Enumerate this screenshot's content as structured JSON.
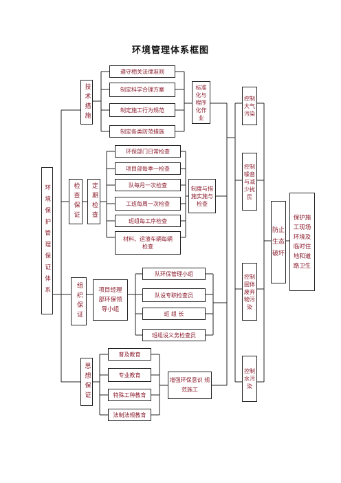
{
  "title": "环境管理体系框图",
  "root": "环境保护管理保证体系",
  "branches": [
    {
      "label": "技术措施",
      "items": [
        "遵守相关法律准则",
        "制定科学合理方案",
        "制定施工行为规范",
        "制定各类防范措施"
      ],
      "result": "标准化与程序化作业"
    },
    {
      "label": "检查保证",
      "sub": "定期检查",
      "items": [
        "环保部门日常检查",
        "项目部每季一检查",
        "队每月一次检查",
        "工班每周一次检查",
        "班组每工序检查",
        "材料、运渣车辆每辆检查"
      ],
      "result": "制度与措施实施与检查"
    },
    {
      "label": "组织保证",
      "sub": "项目经理部环保领导小组",
      "items": [
        "队环保管理小组",
        "队设专职检查员",
        "班 组 长",
        "班组设义务检查员"
      ]
    },
    {
      "label": "思想保证",
      "items": [
        "普及教育",
        "专业教育",
        "特殊工种教育",
        "法制法规教育"
      ],
      "result": "增强环保意识  规范施工"
    }
  ],
  "controls": [
    "控制大气污染",
    "控制噪音与减少扰民",
    "控制固体废弃物污染",
    "控制水污染"
  ],
  "prevent": "防止生态破坏",
  "final": "保护施工现场环境及临时住地和道路卫生"
}
